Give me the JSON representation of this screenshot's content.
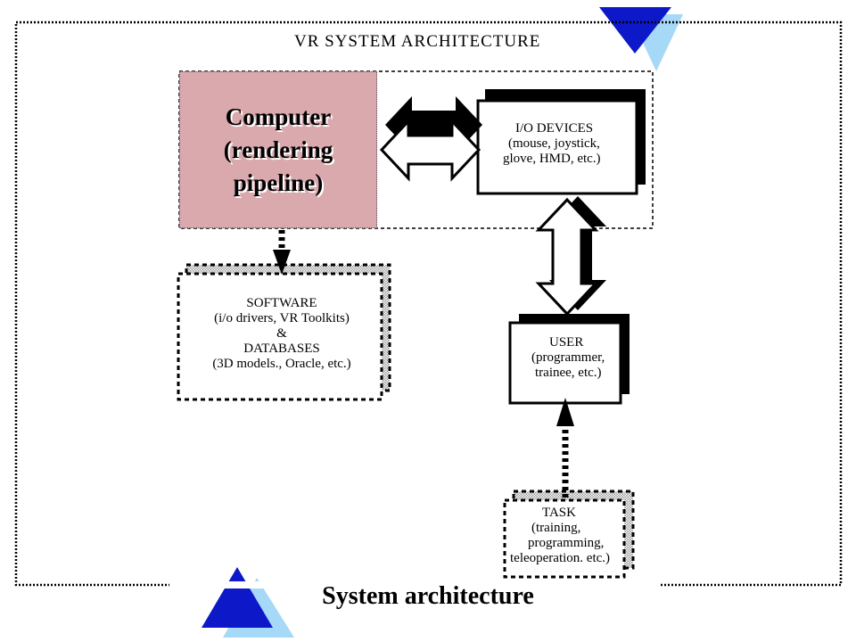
{
  "diagram": {
    "title": "VR  SYSTEM  ARCHITECTURE",
    "caption": "System architecture"
  },
  "computer": {
    "lines": [
      "Computer",
      "(rendering",
      "pipeline)"
    ],
    "fill_color": "#d9a9ae"
  },
  "io_devices": {
    "lines": [
      "I/O DEVICES",
      "(mouse, joystick,",
      "glove, HMD, etc.)"
    ]
  },
  "software": {
    "lines": [
      "SOFTWARE",
      "(i/o drivers, VR Toolkits)",
      "&",
      "DATABASES",
      "(3D models., Oracle, etc.)"
    ]
  },
  "user": {
    "lines": [
      "USER",
      "(programmer,",
      "trainee, etc.)"
    ]
  },
  "task": {
    "lines": [
      "TASK",
      "(training,",
      "programming,",
      "teleoperation. etc.)"
    ]
  },
  "colors": {
    "accent_dark_blue": "#0d18c9",
    "accent_light_blue": "#a6d8f7",
    "stipple_gray": "#c8c8c8"
  }
}
